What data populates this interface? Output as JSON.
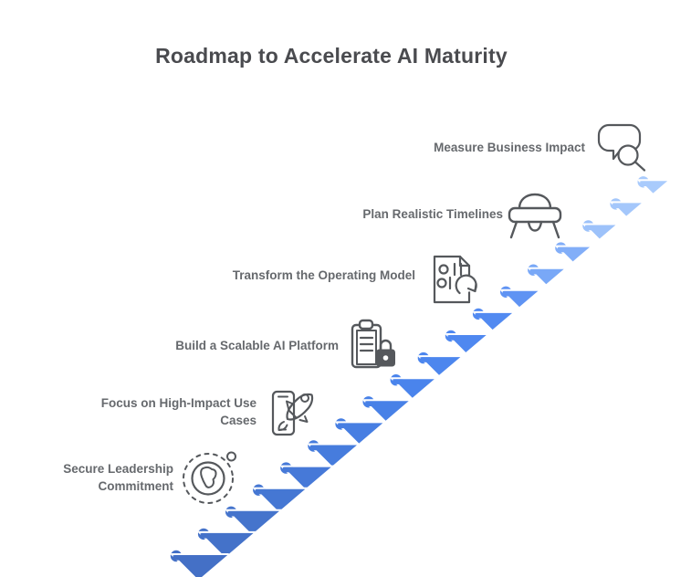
{
  "title": "Roadmap to Accelerate AI Maturity",
  "colors": {
    "background": "#ffffff",
    "title": "#4a4b4f",
    "label": "#66696d",
    "icon_stroke": "#55585c",
    "stair_outline": "#ffffff"
  },
  "staircase": {
    "steps_total": 18,
    "steps_per_stage": 3,
    "direction": "ascending-left-to-right",
    "step_colors": [
      "#4470c6",
      "#4472c9",
      "#4574cc",
      "#4577d3",
      "#4679d8",
      "#467cdd",
      "#477ee2",
      "#4881e7",
      "#4a84ec",
      "#4c86ee",
      "#4f88f0",
      "#528af1",
      "#5f93f3",
      "#79a8f7",
      "#82aef8",
      "#9dc2fa",
      "#a4c7fb",
      "#a9cbfc"
    ]
  },
  "stages": [
    {
      "label": "Secure Leadership Commitment",
      "icon": "globe-icon"
    },
    {
      "label": "Focus on High-Impact Use Cases",
      "icon": "phone-rocket-icon"
    },
    {
      "label": "Build a Scalable AI Platform",
      "icon": "clipboard-lock-icon"
    },
    {
      "label": "Transform the Operating Model",
      "icon": "document-refresh-icon"
    },
    {
      "label": "Plan Realistic Timelines",
      "icon": "person-desk-icon"
    },
    {
      "label": "Measure Business Impact",
      "icon": "speech-bubble-magnifier-icon"
    }
  ]
}
